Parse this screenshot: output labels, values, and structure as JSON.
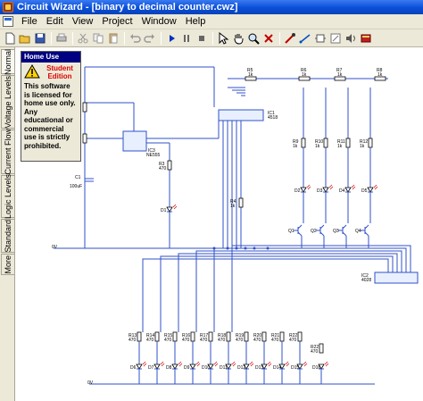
{
  "window": {
    "title": "Circuit Wizard - [binary to decimal counter.cwz]"
  },
  "menu": [
    "File",
    "Edit",
    "View",
    "Project",
    "Window",
    "Help"
  ],
  "toolbar": [
    "new-file-icon",
    "open-folder-icon",
    "save-icon",
    "print-icon",
    "cut-icon",
    "copy-icon",
    "paste-icon",
    "undo-icon",
    "redo-icon",
    "play-icon",
    "pause-icon",
    "stop-icon",
    "select-arrow-icon",
    "pan-hand-icon",
    "zoom-icon",
    "delete-icon",
    "probe-icon",
    "wire-icon",
    "component-icon",
    "part-icon",
    "sound-icon",
    "book-icon"
  ],
  "left_tabs": [
    "Normal",
    "Voltage Levels",
    "Current Flow",
    "Logic Levels",
    "Standard",
    "More"
  ],
  "home_use": {
    "title": "Home Use",
    "edition": "Student Edition",
    "notice": "This software is licensed for home use only. Any educational or commercial use is strictly prohibited."
  },
  "circuit": {
    "top_resistors": [
      {
        "ref": "R5",
        "value": "1k"
      },
      {
        "ref": "R6",
        "value": "1k"
      },
      {
        "ref": "R7",
        "value": "1k"
      },
      {
        "ref": "R8",
        "value": "1k"
      }
    ],
    "mid_resistors": [
      {
        "ref": "R9",
        "value": "1k"
      },
      {
        "ref": "R10",
        "value": "1k"
      },
      {
        "ref": "R11",
        "value": "1k"
      },
      {
        "ref": "R12",
        "value": "1k"
      }
    ],
    "top_leds": [
      "D2",
      "D3",
      "D4",
      "D5"
    ],
    "transistors": [
      "Q1",
      "Q2",
      "Q3",
      "Q4"
    ],
    "ic1": {
      "ref": "IC1",
      "part": "4518"
    },
    "ic2": {
      "ref": "IC2",
      "part": "4028"
    },
    "ic3": {
      "ref": "IC3",
      "part": "NE555"
    },
    "r3": {
      "ref": "R3",
      "value": "470"
    },
    "r4": {
      "ref": "R4",
      "value": "1k"
    },
    "c1": {
      "ref": "C1",
      "value": "100uF"
    },
    "d1": "D1",
    "supply_label": "0V",
    "bottom_resistors": [
      {
        "ref": "R13",
        "value": "470"
      },
      {
        "ref": "R14",
        "value": "470"
      },
      {
        "ref": "R15",
        "value": "470"
      },
      {
        "ref": "R16",
        "value": "470"
      },
      {
        "ref": "R17",
        "value": "470"
      },
      {
        "ref": "R18",
        "value": "470"
      },
      {
        "ref": "R19",
        "value": "470"
      },
      {
        "ref": "R20",
        "value": "470"
      },
      {
        "ref": "R21",
        "value": "470"
      },
      {
        "ref": "R22",
        "value": "470"
      }
    ],
    "bottom_leds": [
      "D6",
      "D7",
      "D8",
      "D9",
      "D10",
      "D11",
      "D12",
      "D13",
      "D14",
      "D15",
      "D16"
    ]
  }
}
